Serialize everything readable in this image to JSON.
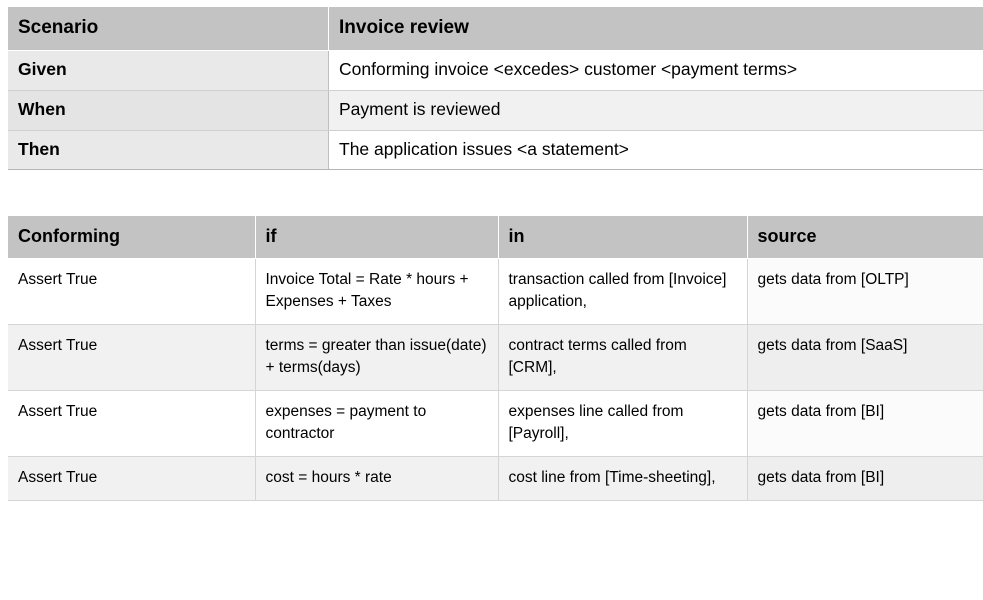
{
  "scenario_table": {
    "header": {
      "label": "Scenario",
      "value": "Invoice review"
    },
    "rows": [
      {
        "label": "Given",
        "value": "Conforming invoice <excedes> customer <payment terms>"
      },
      {
        "label": "When",
        "value": "Payment is reviewed"
      },
      {
        "label": "Then",
        "value": "The application issues <a statement>"
      }
    ]
  },
  "conforming_table": {
    "columns": [
      "Conforming",
      "if",
      "in",
      "source"
    ],
    "rows": [
      {
        "conforming": "Assert True",
        "if": "Invoice Total = Rate * hours + Expenses + Taxes",
        "in": "transaction called from [Invoice] application,",
        "source": "gets data from [OLTP]"
      },
      {
        "conforming": "Assert True",
        "if": "terms = greater than issue(date) + terms(days)",
        "in": "contract terms called from [CRM],",
        "source": "gets data from [SaaS]"
      },
      {
        "conforming": "Assert True",
        "if": " expenses = payment to contractor",
        "in": "expenses line called from [Payroll],",
        "source": "gets data from [BI]"
      },
      {
        "conforming": "Assert True",
        "if": "cost = hours * rate",
        "in": "cost line from [Time-sheeting],",
        "source": "gets data from [BI]"
      }
    ]
  }
}
